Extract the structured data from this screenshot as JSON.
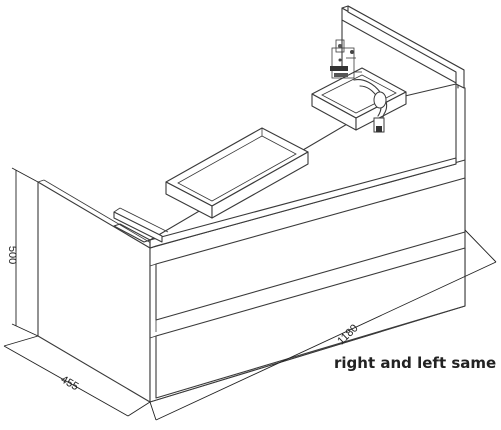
{
  "dimensions": {
    "height": "500",
    "depth": "455",
    "width": "1180"
  },
  "note": "right and left same"
}
